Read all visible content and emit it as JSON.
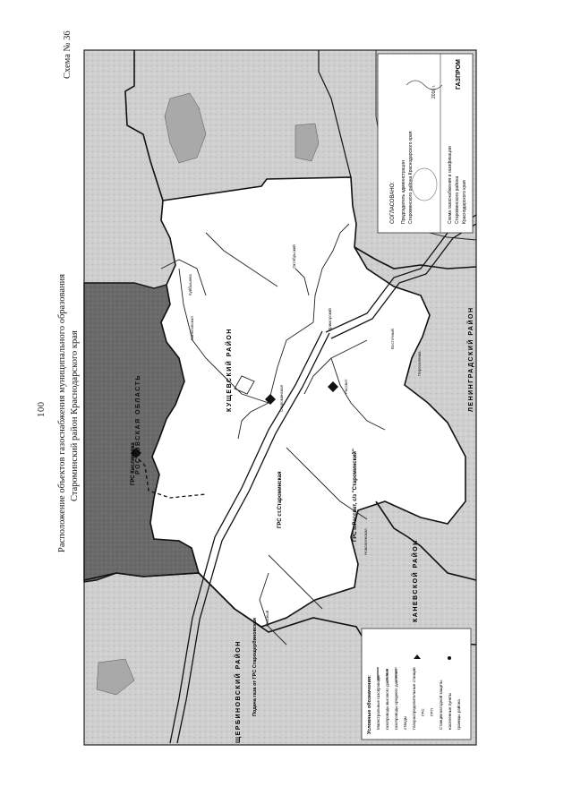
{
  "page_number": "100",
  "title_line1": "Расположение объектов газоснабжения муниципального образования",
  "title_line2": "Староминский район Краснодарского края",
  "scheme_label": "Схема № 36",
  "regions": {
    "kushchevsky": "КУЩЕВСКИЙ РАЙОН",
    "rostov": "РОСТОВСКАЯ ОБЛАСТЬ",
    "leningradsky": "ЛЕНИНГРАДСКИЙ РАЙОН",
    "kanevskoy": "КАНЕВСКОЙ РАЙОН",
    "shcherbinovsky": "ЩЕРБИНОВСКИЙ РАЙОН"
  },
  "facilities": {
    "grs_staromin": "ГРС ст.Староминская",
    "grs_rassvet": "ГРС п.Рассвет, с/з \"Староминский\"",
    "grs_kislyakovka": "ГРС Кисляковка",
    "branch_pipeline": "Подача газа от ГРС Старощербиновская"
  },
  "approval": {
    "heading": "СОГЛАСОВАНО:",
    "line1": "Председатель администрации",
    "line2": "Староминского района Краснодарского края",
    "year": "2016 г.",
    "scheme_title1": "Схема газоснабжения и газификации",
    "scheme_title2": "Староминского района",
    "scheme_title3": "Краснодарского края",
    "company": "ГАЗПРОМ"
  },
  "legend": {
    "heading": "Условные обозначения:",
    "items": [
      "Магистральные газопроводы",
      "газопроводы высокого давления",
      "газопроводы среднего давления",
      "отводы",
      "Газораспределительные станции",
      "ГРС",
      "ГРП",
      "Станции катодной защиты",
      "населенные пункты",
      "границы района"
    ]
  },
  "places": [
    "Староминская",
    "Рассвет",
    "Куйбышево",
    "Канеловская",
    "Новоясенская",
    "Восточный",
    "Приморский",
    "Красный",
    "Октябрьский",
    "Переселенка"
  ]
}
